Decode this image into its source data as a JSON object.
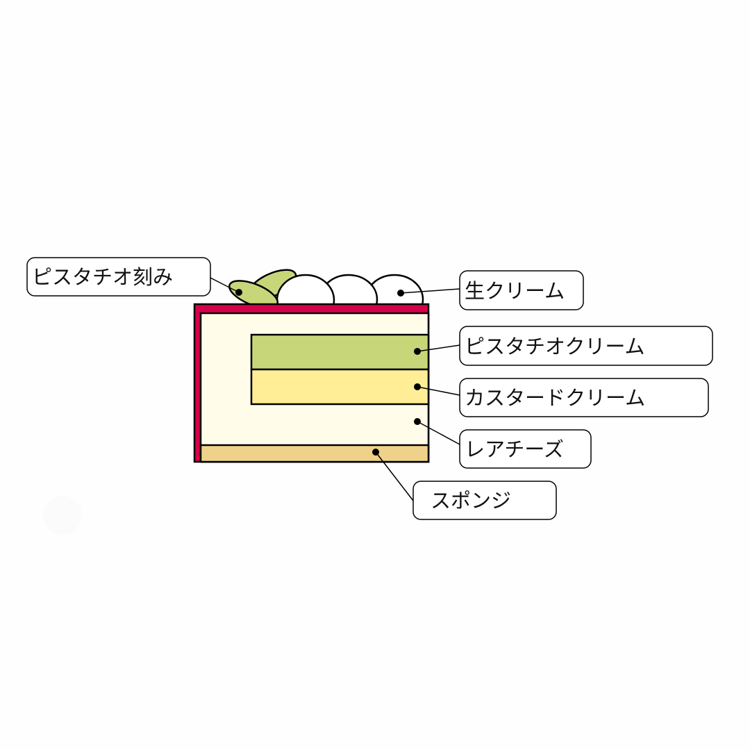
{
  "labels": {
    "pistachio_chopped": "ピスタチオ刻み",
    "fresh_cream": "生クリーム",
    "pistachio_cream": "ピスタチオクリーム",
    "custard_cream": "カスタードクリーム",
    "rare_cheese": "レアチーズ",
    "sponge": "スポンジ"
  },
  "colors": {
    "outline": "#000000",
    "crust_red": "#d7004b",
    "cream_base": "#fffcea",
    "pistachio": "#c8d67a",
    "custard": "#ffee96",
    "sponge": "#efd28a",
    "whipped_cream": "#ffffff"
  }
}
